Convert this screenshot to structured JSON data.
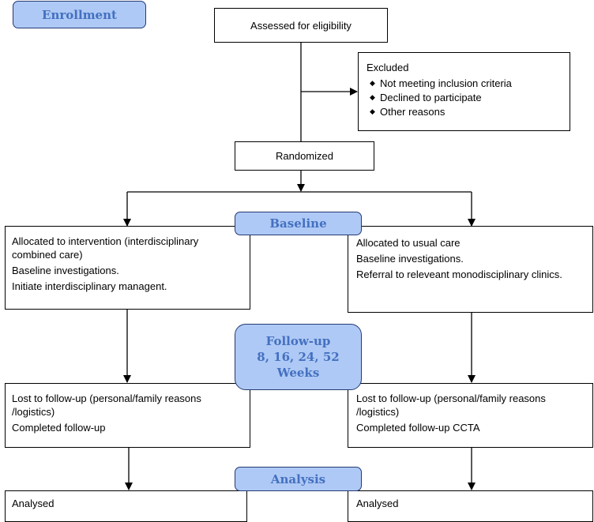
{
  "stages": {
    "enrollment": "Enrollment",
    "baseline": "Baseline",
    "followup_title": "Follow-up",
    "followup_weeks": "8, 16, 24, 52",
    "followup_unit": "Weeks",
    "analysis": "Analysis"
  },
  "assessed": "Assessed for eligibility",
  "excluded": {
    "title": "Excluded",
    "items": [
      "Not meeting inclusion criteria",
      "Declined to participate",
      "Other reasons"
    ]
  },
  "randomized": "Randomized",
  "intervention_arm": {
    "allocation_1": "Allocated to intervention (interdisciplinary",
    "allocation_2": "combined care)",
    "baseline": "Baseline investigations.",
    "initiate": "Initiate interdisciplinary managent.",
    "lost_1": "Lost to follow-up (personal/family reasons",
    "lost_2": "/logistics)",
    "completed": "Completed follow-up",
    "analysed": "Analysed"
  },
  "usual_care_arm": {
    "allocation": "Allocated to usual care",
    "baseline": "Baseline investigations.",
    "referral": "Referral to releveant monodisciplinary clinics.",
    "lost_1": "Lost to follow-up (personal/family reasons",
    "lost_2": "/logistics)",
    "completed": "Completed follow-up CCTA",
    "analysed": "Analysed"
  }
}
